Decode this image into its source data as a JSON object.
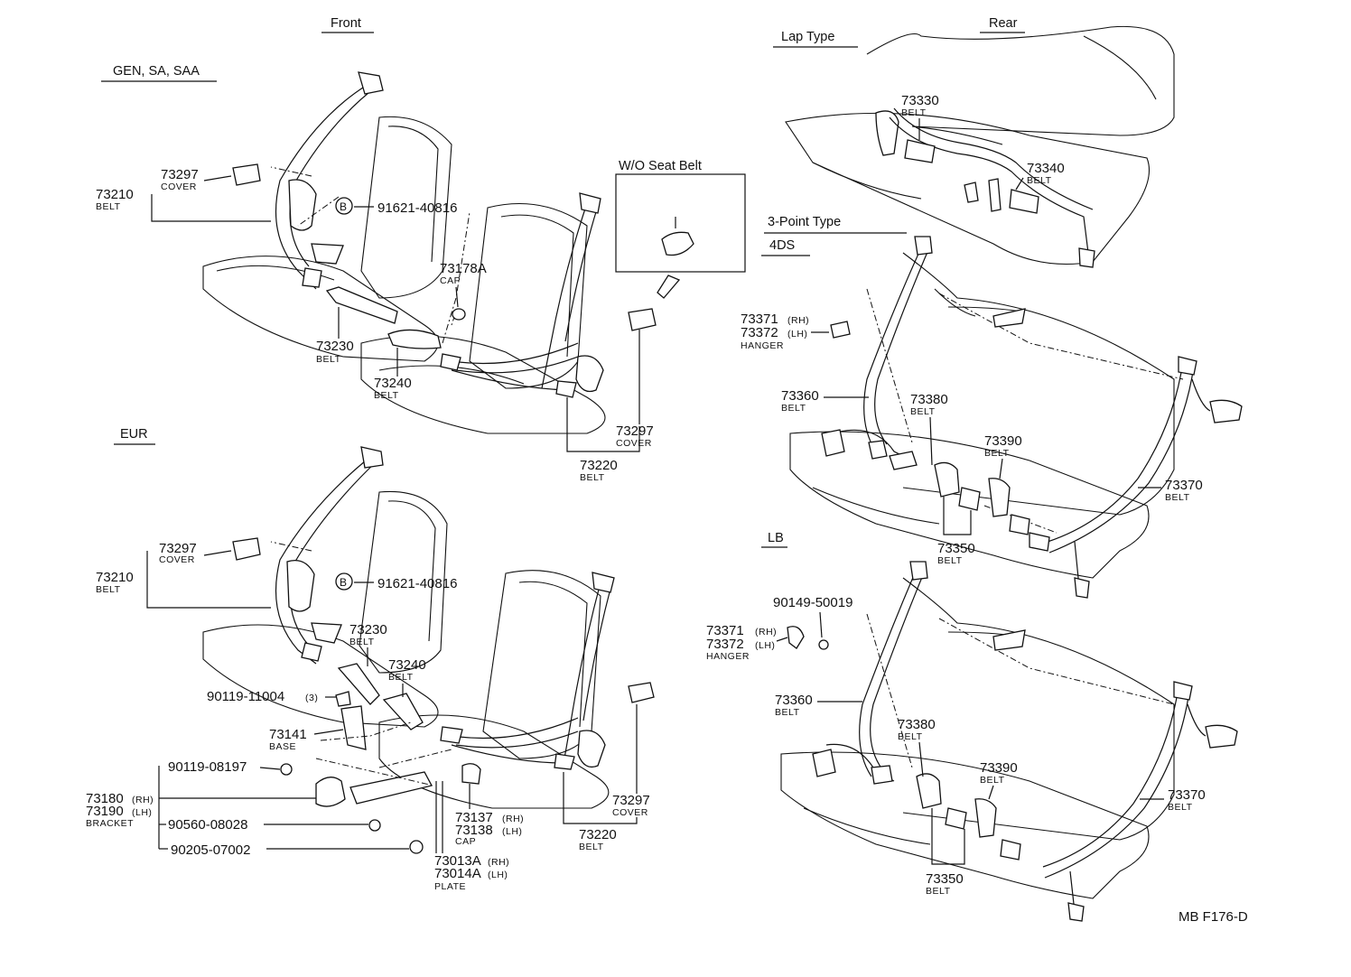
{
  "headers": {
    "front": "Front",
    "rear": "Rear",
    "gen_sa_saa": "GEN, SA, SAA",
    "eur": "EUR",
    "lap_type": "Lap Type",
    "three_point_type": "3-Point Type",
    "four_ds": "4DS",
    "lb": "LB",
    "wo_seat_belt": "W/O Seat Belt"
  },
  "sub": {
    "belt": "BELT",
    "cover": "COVER",
    "cap": "CAP",
    "hanger": "HANGER",
    "base": "BASE",
    "bracket": "BRACKET",
    "plate": "PLATE",
    "rh": "(RH)",
    "lh": "(LH)",
    "qty3": "(3)",
    "bolt_mark": "B"
  },
  "parts": {
    "p73210": "73210",
    "p73297": "73297",
    "p91621": "91621-40816",
    "p73178a": "73178A",
    "p73230": "73230",
    "p73240": "73240",
    "p73220": "73220",
    "p90119_11004": "90119-11004",
    "p73141": "73141",
    "p90119_08197": "90119-08197",
    "p73180": "73180",
    "p73190": "73190",
    "p90560": "90560-08028",
    "p90205": "90205-07002",
    "p73137": "73137",
    "p73138": "73138",
    "p73013a": "73013A",
    "p73014a": "73014A",
    "p73330": "73330",
    "p73340": "73340",
    "p73371": "73371",
    "p73372": "73372",
    "p73360": "73360",
    "p73380": "73380",
    "p73390": "73390",
    "p73370": "73370",
    "p73350": "73350",
    "p90149": "90149-50019"
  },
  "figure_code": "MB F176-D"
}
